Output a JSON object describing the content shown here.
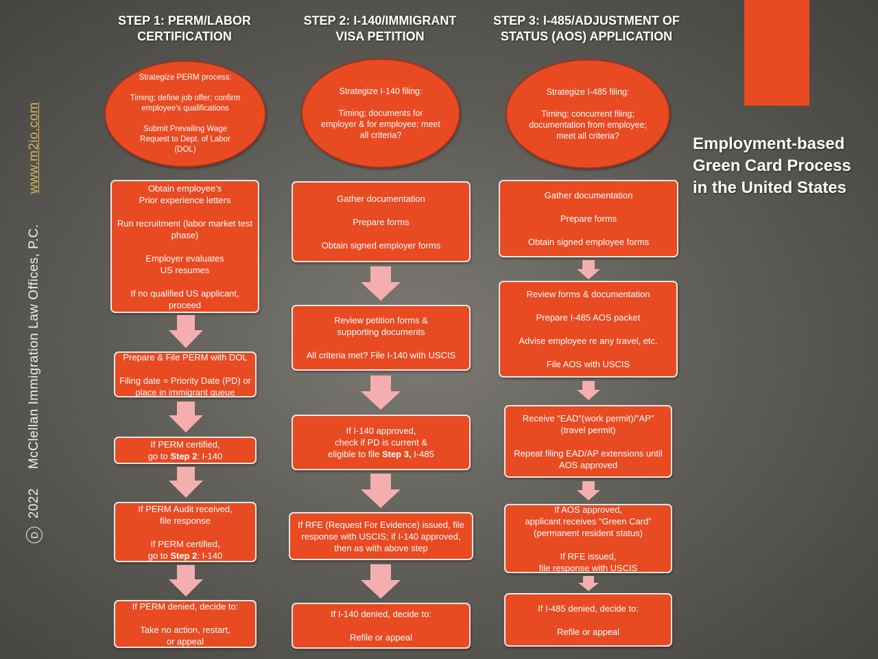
{
  "headers": {
    "step1": "STEP 1: PERM/LABOR\nCERTIFICATION",
    "step2": "STEP 2: I-140/IMMIGRANT\nVISA PETITION",
    "step3": "STEP 3: I-485/ADJUSTMENT OF\nSTATUS (AOS) APPLICATION"
  },
  "title": "Employment-based\nGreen Card Process\nin the United States",
  "vertical": {
    "d": "D",
    "year": "2022",
    "firm": "McClellan Immigration Law Offices, P.C.",
    "website": "www.m2io.com"
  },
  "col1": {
    "oval": "Strategize PERM process:\n\nTiming; define job offer; confirm employee's qualifications\n\nSubmit Prevailing Wage Request to Dept. of Labor (DOL)",
    "box1": "Obtain employee's\nPrior experience  letters\n\nRun recruitment (labor market test phase)\n\nEmployer evaluates\nUS resumes\n\nIf no qualified US applicant, proceed",
    "box2": "Prepare  & File PERM with DOL\n\nFiling date = Priority Date (PD) or place in immigrant queue",
    "box3_pre": "If PERM certified,\ngo to ",
    "box3_bold": "Step 2",
    "box3_post": ": I-140",
    "box4_pre": "If PERM Audit received,\nfile response\n\nIf PERM certified,\ngo to ",
    "box4_bold": "Step 2",
    "box4_post": ": I-140",
    "box5": "If PERM denied, decide to:\n\nTake no action, restart,\nor appeal"
  },
  "col2": {
    "oval": "Strategize I-140 filing:\n\nTiming; documents for employer & for employee; meet all criteria?",
    "box1": "Gather documentation\n\nPrepare forms\n\nObtain signed employer forms",
    "box2": "Review petition forms &\nsupporting documents\n\nAll criteria met?   File I-140 with USCIS",
    "box3_pre": "If I-140 approved,\ncheck if PD is current  &\neligible to file ",
    "box3_bold": "Step 3,",
    "box3_post": " I-485",
    "box4": "If RFE (Request For Evidence) issued, file response with USCIS; if I-140 approved, then as with above step",
    "box5": "If I-140 denied, decide to:\n\nRefile or appeal"
  },
  "col3": {
    "oval": "Strategize I-485 filing:\n\nTiming; concurrent filing; documentation from employee; meet all criteria?",
    "box1": "Gather documentation\n\nPrepare forms\n\nObtain signed employee  forms",
    "box2": "Review forms & documentation\n\nPrepare I-485 AOS packet\n\nAdvise employee re any travel, etc.\n\nFile AOS  with USCIS",
    "box3": "Receive “EAD”(work permit)/”AP”\n(travel permit)\n\nRepeat filing EAD/AP extensions until AOS approved",
    "box4": "If AOS approved,\napplicant receives “Green Card”\n(permanent resident status)\n\nIf RFE issued,\nfile response with USCIS",
    "box5": "If I-485 denied, decide to:\n\nRefile or appeal"
  },
  "colors": {
    "box": "#e84a22",
    "arrow": "#f5aeae",
    "accent": "#e84a22",
    "website": "#d9b25c"
  }
}
